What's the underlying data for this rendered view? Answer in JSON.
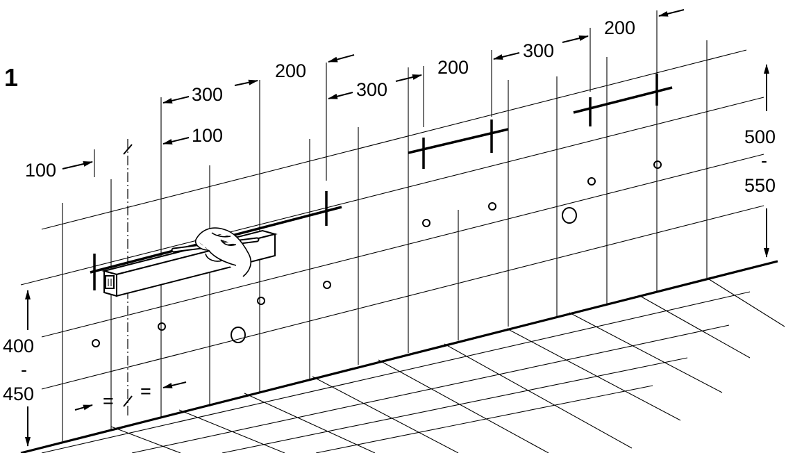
{
  "figure": {
    "step_number": "1",
    "dimensions": {
      "d_100_left": "100",
      "d_100_mid": "100",
      "d_300_a": "300",
      "d_200_a": "200",
      "d_300_b": "300",
      "d_200_b": "200",
      "d_300_c": "300",
      "d_200_c": "200",
      "height_right_top": "500",
      "height_right_dash": "-",
      "height_right_bottom": "550",
      "height_left_top": "400",
      "height_left_dash": "-",
      "height_left_bottom": "450",
      "equal_left": "=",
      "equal_right": "="
    }
  }
}
